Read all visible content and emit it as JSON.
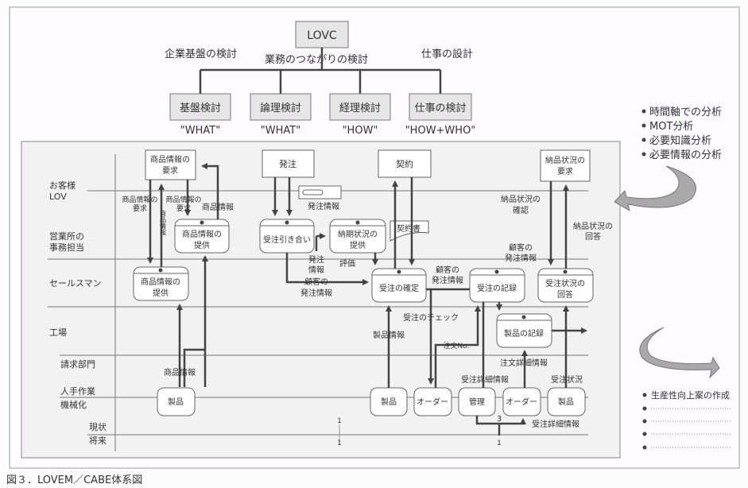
{
  "top": {
    "root": "LOVC",
    "left_label": "企業基盤の検討",
    "center_label": "業務のつながりの検討",
    "right_label": "仕事の設計",
    "children": [
      {
        "label": "基盤検討",
        "sub": "\"WHAT\""
      },
      {
        "label": "論理検討",
        "sub": "\"WHAT\""
      },
      {
        "label": "経理検討",
        "sub": "\"HOW\""
      },
      {
        "label": "仕事の検討",
        "sub": "\"HOW+WHO\""
      }
    ]
  },
  "lanes": {
    "customer": [
      "お客様",
      "LOV"
    ],
    "office": [
      "営業所の",
      "事務担当"
    ],
    "sales": "セールスマン",
    "factory": "工場",
    "billing": "請求部門",
    "manual": "人手作業",
    "machine": "機械化",
    "current": "現状",
    "future": "将来"
  },
  "nodes": {
    "req_product_info": [
      "商品情報の",
      "要求"
    ],
    "order": "発注",
    "contract": "契約",
    "req_delivery": [
      "納品状況の",
      "要求"
    ],
    "provide_product_office": [
      "商品情報の",
      "提供"
    ],
    "order_negotiation": "受注引き合い",
    "delivery_status_provide": [
      "納期状況の",
      "提供"
    ],
    "provide_product_sales": [
      "商品情報の",
      "提供"
    ],
    "order_confirm": "受注の確定",
    "order_record": "受注の記録",
    "order_status_reply": [
      "受注状況の",
      "回答"
    ],
    "product_record": "製品の記録",
    "product_a": "製品",
    "product_b": "製品",
    "order_a": "オーダー",
    "management": "管理",
    "order_b": "オーダー",
    "product_c": "製品",
    "contract_doc": "契約書"
  },
  "flows": {
    "product_info_request_1": [
      "商品情報の",
      "要求"
    ],
    "product_info_vertical": "商品情報",
    "product_info_request_2": [
      "商品情報の",
      "要求"
    ],
    "product_info_1": "商品情報",
    "order_info_1": "発注情報",
    "order_info_2": [
      "発注",
      "情報"
    ],
    "evaluation": "評価",
    "customer_order_info_1": [
      "顧客の",
      "発注情報"
    ],
    "customer_order_info_2": [
      "顧客の",
      "発注情報"
    ],
    "customer_order_info_3": [
      "顧客の",
      "発注情報"
    ],
    "delivery_confirm": [
      "納品状況の",
      "確認"
    ],
    "delivery_reply": [
      "納品状況の",
      "回答"
    ],
    "order_check": "受注のチェック",
    "product_info_2": "製品情報",
    "order_no": "注文No.",
    "order_detail_1": "注文詳細情報",
    "order_detail_2": "受注詳細情報",
    "order_status": "受注状況",
    "product_info_3": "商品情報",
    "order_detail_3": "受注詳細情報",
    "num_3": "3",
    "num_1a": "1",
    "num_1b": "1",
    "num_1c": "1",
    "num_1d": "1"
  },
  "side": {
    "analysis": [
      "時間軸での分析",
      "MOT分析",
      "必要知識分析",
      "必要情報の分析"
    ],
    "outcome": [
      "生産性向上案の作成",
      "",
      "",
      "",
      ""
    ]
  },
  "caption": "図３．LOVEM／CABE体系図",
  "colors": {
    "box_fill": "#e6e6e6",
    "panel_fill": "#f3f3f3",
    "line": "#444444",
    "arrow_fill": "#a9a9a9"
  }
}
